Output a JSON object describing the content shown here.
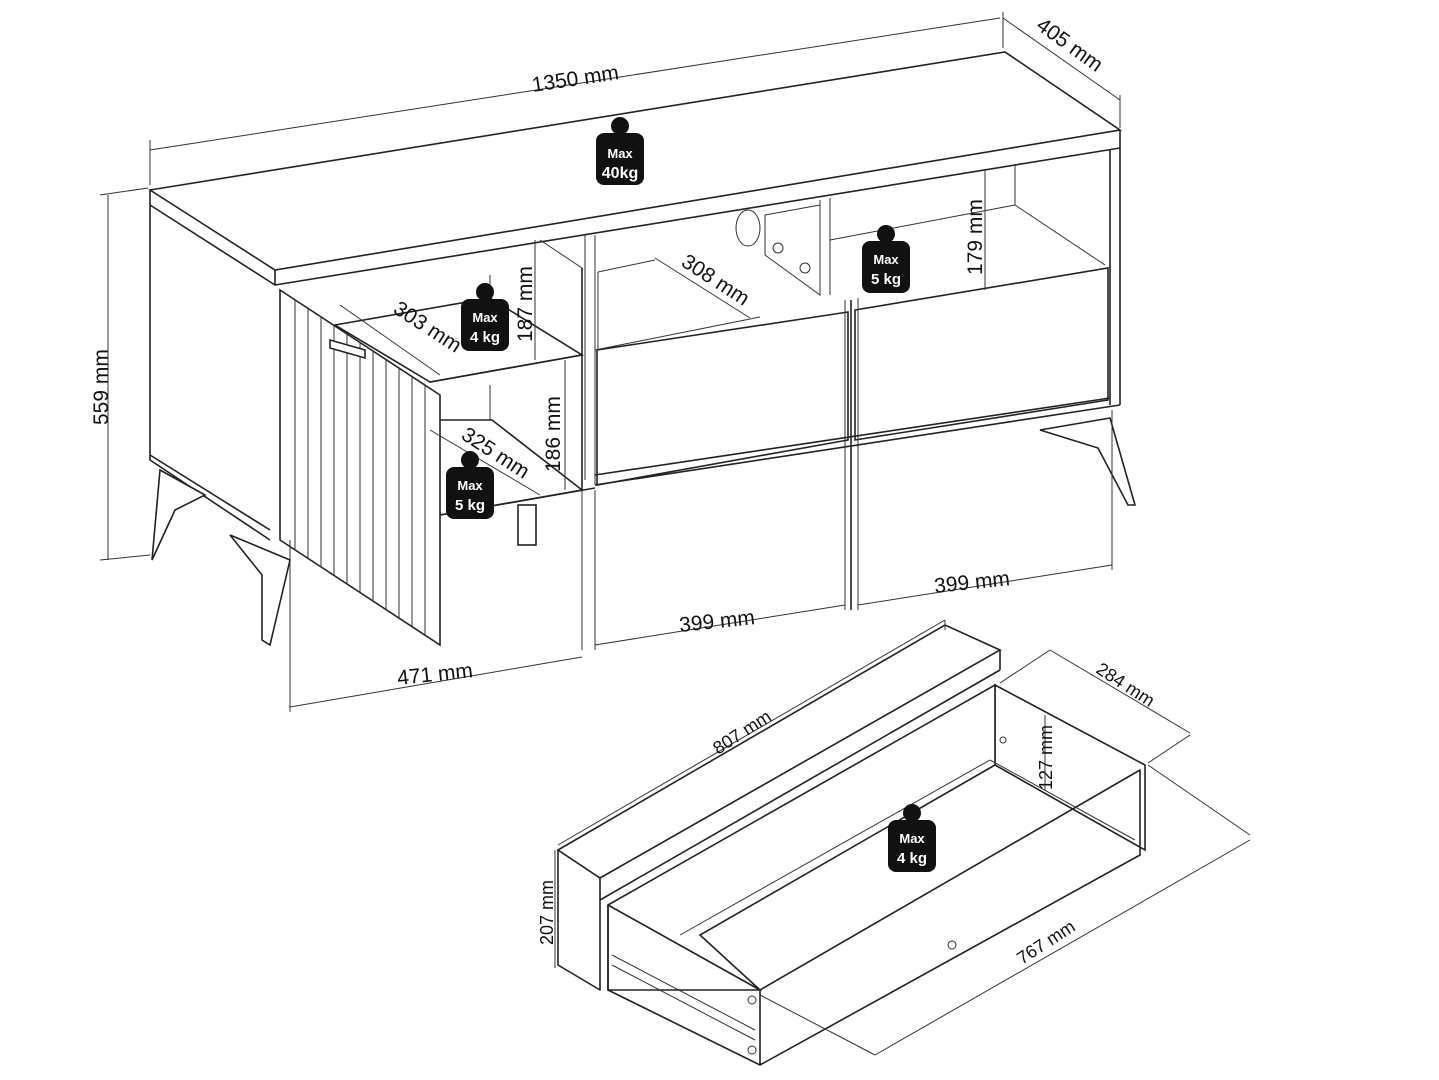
{
  "dimensions": {
    "width_total": "1350 mm",
    "depth_total": "405 mm",
    "height_total": "559 mm",
    "left_section_width": "471 mm",
    "middle_section_width": "399 mm",
    "right_section_width": "399 mm",
    "left_upper_shelf_depth": "303 mm",
    "left_upper_shelf_height": "187 mm",
    "middle_shelf_depth": "308 mm",
    "right_shelf_height": "179 mm",
    "left_lower_shelf_depth": "325 mm",
    "left_lower_shelf_height": "186 mm",
    "drawer_length_outer": "807 mm",
    "drawer_depth": "284 mm",
    "drawer_inner_height": "127 mm",
    "drawer_front_height": "207 mm",
    "drawer_length_inner": "767 mm"
  },
  "load_badges": [
    {
      "line1": "Max",
      "line2": "40kg"
    },
    {
      "line1": "Max",
      "line2": "4 kg"
    },
    {
      "line1": "Max",
      "line2": "5 kg"
    },
    {
      "line1": "Max",
      "line2": "5 kg"
    },
    {
      "line1": "Max",
      "line2": "4 kg"
    }
  ],
  "colors": {
    "line": "#222222",
    "badge": "#111111"
  }
}
